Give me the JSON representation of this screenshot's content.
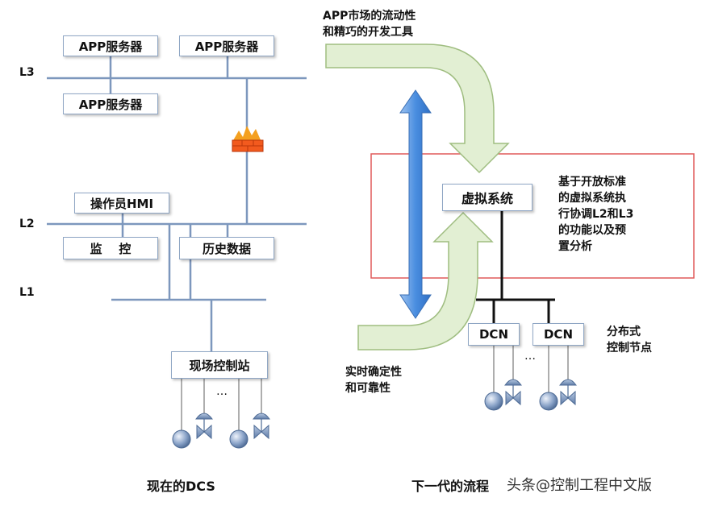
{
  "left": {
    "levels": [
      "L3",
      "L2",
      "L1"
    ],
    "app_servers": [
      "APP服务器",
      "APP服务器",
      "APP服务器"
    ],
    "hmi": "操作员HMI",
    "monitor": "监    控",
    "history": "历史数据",
    "field_station": "现场控制站",
    "ellipsis": "…",
    "caption": "现在的DCS"
  },
  "right": {
    "app_note": [
      "APP市场的流动性",
      "和精巧的开发工具"
    ],
    "virtual_system": "虚拟系统",
    "virtual_desc": [
      "基于开放标准",
      "的虚拟系统执",
      "行协调L2和L3",
      "的功能以及预",
      "置分析"
    ],
    "dcn": [
      "DCN",
      "DCN"
    ],
    "ellipsis": "…",
    "distributed": [
      "分布式",
      "控制节点"
    ],
    "realtime": [
      "实时确定性",
      "和可靠性"
    ],
    "caption": "下一代的流程",
    "watermark": "头条@控制工程中文版"
  },
  "colors": {
    "bus_line": "#7d97bd",
    "box_border": "#8fa6c4",
    "red_frame": "#e05a5a",
    "green_arrow": "#e2efd3",
    "green_edge": "#9fbd80",
    "blue_arrow": "#4f8fdc",
    "firewall": "#f25a1e"
  }
}
